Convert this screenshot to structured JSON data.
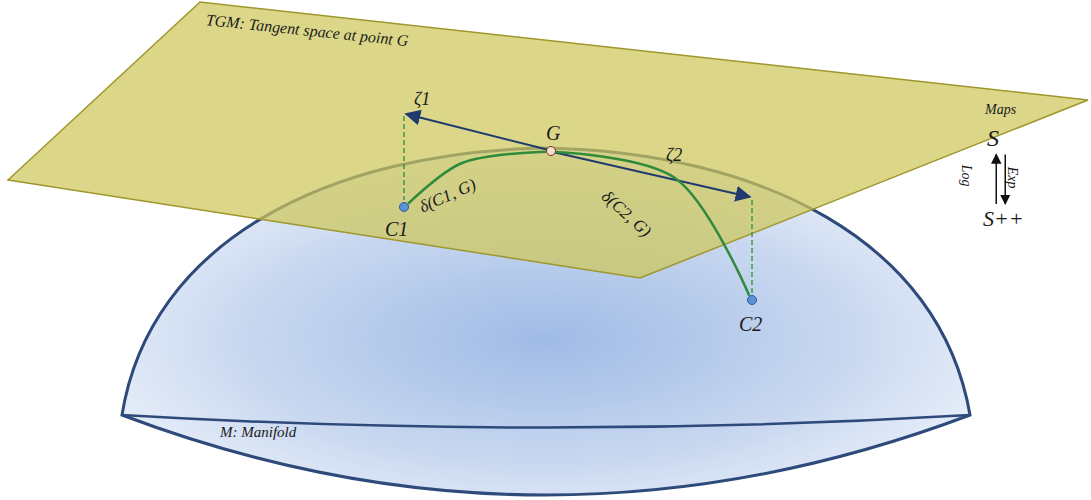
{
  "diagram": {
    "nodes": [
      {
        "text": [
          "G"
        ]
      },
      {
        "text": [
          "C1"
        ]
      },
      {
        "text": [
          "C2"
        ]
      },
      {
        "text": [
          "S"
        ]
      },
      {
        "text": [
          "S++"
        ]
      }
    ],
    "edges": [
      {
        "from": 1,
        "to": 0,
        "label": "δ(C1, G)",
        "arrow": "none"
      },
      {
        "from": 2,
        "to": 0,
        "label": "δ(C2, G)",
        "arrow": "none"
      },
      {
        "from": 4,
        "to": 3,
        "label": "Log",
        "arrow": "to"
      },
      {
        "from": 3,
        "to": 4,
        "label": "Exp",
        "arrow": "to"
      }
    ],
    "labels": [
      "TGM: Tangent space at point G",
      "ζ1",
      "ζ2",
      "Maps",
      "M: Manifold"
    ]
  }
}
